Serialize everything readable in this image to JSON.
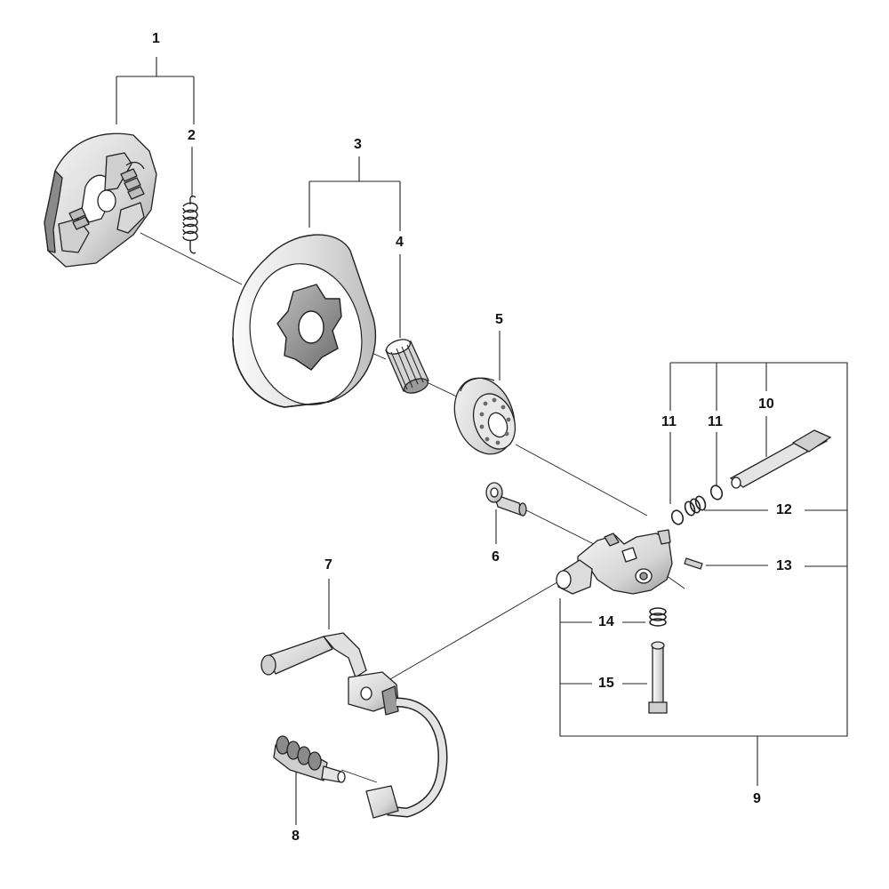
{
  "callouts": [
    {
      "id": "c1",
      "label": "1"
    },
    {
      "id": "c2",
      "label": "2"
    },
    {
      "id": "c3",
      "label": "3"
    },
    {
      "id": "c4",
      "label": "4"
    },
    {
      "id": "c5",
      "label": "5"
    },
    {
      "id": "c6",
      "label": "6"
    },
    {
      "id": "c7",
      "label": "7"
    },
    {
      "id": "c8",
      "label": "8"
    },
    {
      "id": "c9",
      "label": "9"
    },
    {
      "id": "c10",
      "label": "10"
    },
    {
      "id": "c11a",
      "label": "11"
    },
    {
      "id": "c11b",
      "label": "11"
    },
    {
      "id": "c12",
      "label": "12"
    },
    {
      "id": "c13",
      "label": "13"
    },
    {
      "id": "c14",
      "label": "14"
    },
    {
      "id": "c15",
      "label": "15"
    }
  ],
  "colors": {
    "line": "#222222",
    "part_fill": "#e6e6e6",
    "part_shade": "#9a9a9a",
    "label": "#111111"
  }
}
